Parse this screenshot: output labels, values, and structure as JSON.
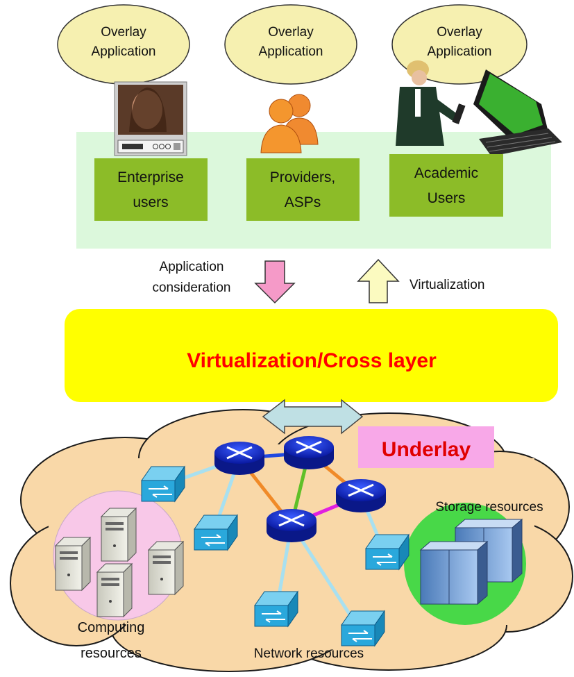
{
  "overlay_apps": [
    {
      "line1": "Overlay",
      "line2": "Application"
    },
    {
      "line1": "Overlay",
      "line2": "Application"
    },
    {
      "line1": "Overlay",
      "line2": "Application"
    }
  ],
  "user_groups": [
    {
      "line1": "Enterprise",
      "line2": "users"
    },
    {
      "line1": "Providers,",
      "line2": "ASPs"
    },
    {
      "line1": "Academic",
      "line2": "Users"
    }
  ],
  "arrows": {
    "down_label_line1": "Application",
    "down_label_line2": "consideration",
    "up_label": "Virtualization"
  },
  "cross_layer": {
    "title": "Virtualization/Cross layer"
  },
  "underlay": {
    "title": "Underlay",
    "computing_line1": "Computing",
    "computing_line2": "resources",
    "network": "Network resources",
    "storage": "Storage resources"
  },
  "colors": {
    "ellipse_fill": "#f6f0b0",
    "user_box": "#8cbc28",
    "user_panel": "#dcf8dc",
    "cross_layer_fill": "#ffff00",
    "cross_layer_text": "#ff0000",
    "underlay_tag_bg": "#f8a8e8",
    "underlay_tag_text": "#e00000",
    "cloud": "#f9d8a8",
    "computing_circle": "#f8c8e8",
    "storage_circle": "#48d848",
    "router": "#1030d0",
    "switch": "#28b0e0"
  }
}
